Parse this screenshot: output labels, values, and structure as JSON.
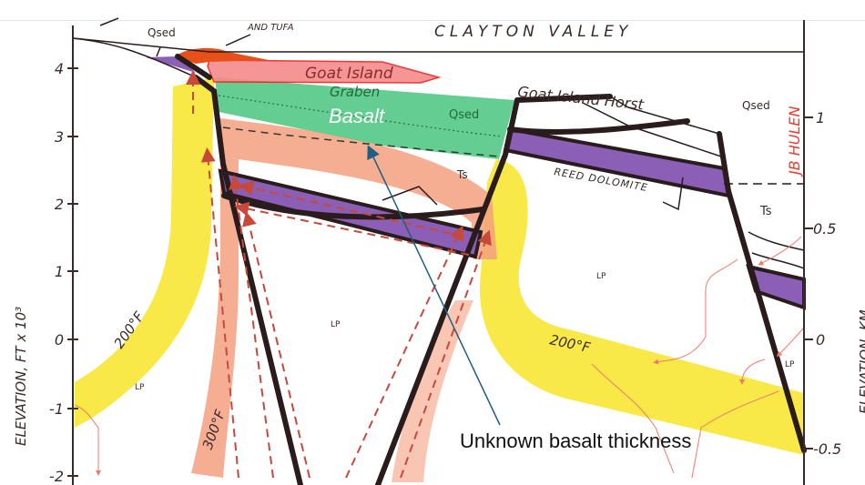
{
  "title": "CLAYTON VALLEY",
  "labels": {
    "and_tufa": "AND TUFA",
    "qsed_left": "Qsed",
    "qsed_graben": "Qsed",
    "qsed_right": "Qsed",
    "goat_island": "Goat Island",
    "graben": "Graben",
    "basalt": "Basalt",
    "horst": "Goat Island Horst",
    "ts_left": "Ts",
    "ts_right": "Ts",
    "reed_dolomite": "REED DOLOMITE",
    "lp_1": "LP",
    "lp_2": "LP",
    "lp_3": "LP",
    "lp_4": "LP",
    "iso_200_left": "200°F",
    "iso_200_right": "200°F",
    "iso_300": "300°F",
    "author": "JB HULEN",
    "annotation": "Unknown basalt thickness"
  },
  "left_axis": {
    "label": "ELEVATION, FT x 10³",
    "ticks": [
      "4",
      "3",
      "2",
      "1",
      "0",
      "-1",
      "-2"
    ]
  },
  "right_axis": {
    "label": "ELEVATION, KM",
    "ticks": [
      "1",
      "0.5",
      "0",
      "-0.5"
    ]
  },
  "colors": {
    "basalt_green": "#5ccb8c",
    "goat_island_red": "#f58a8a",
    "purple": "#8a5fb5",
    "yellow": "#f7e534",
    "salmon": "#f4a080",
    "annotation_line": "#1f5f80"
  }
}
